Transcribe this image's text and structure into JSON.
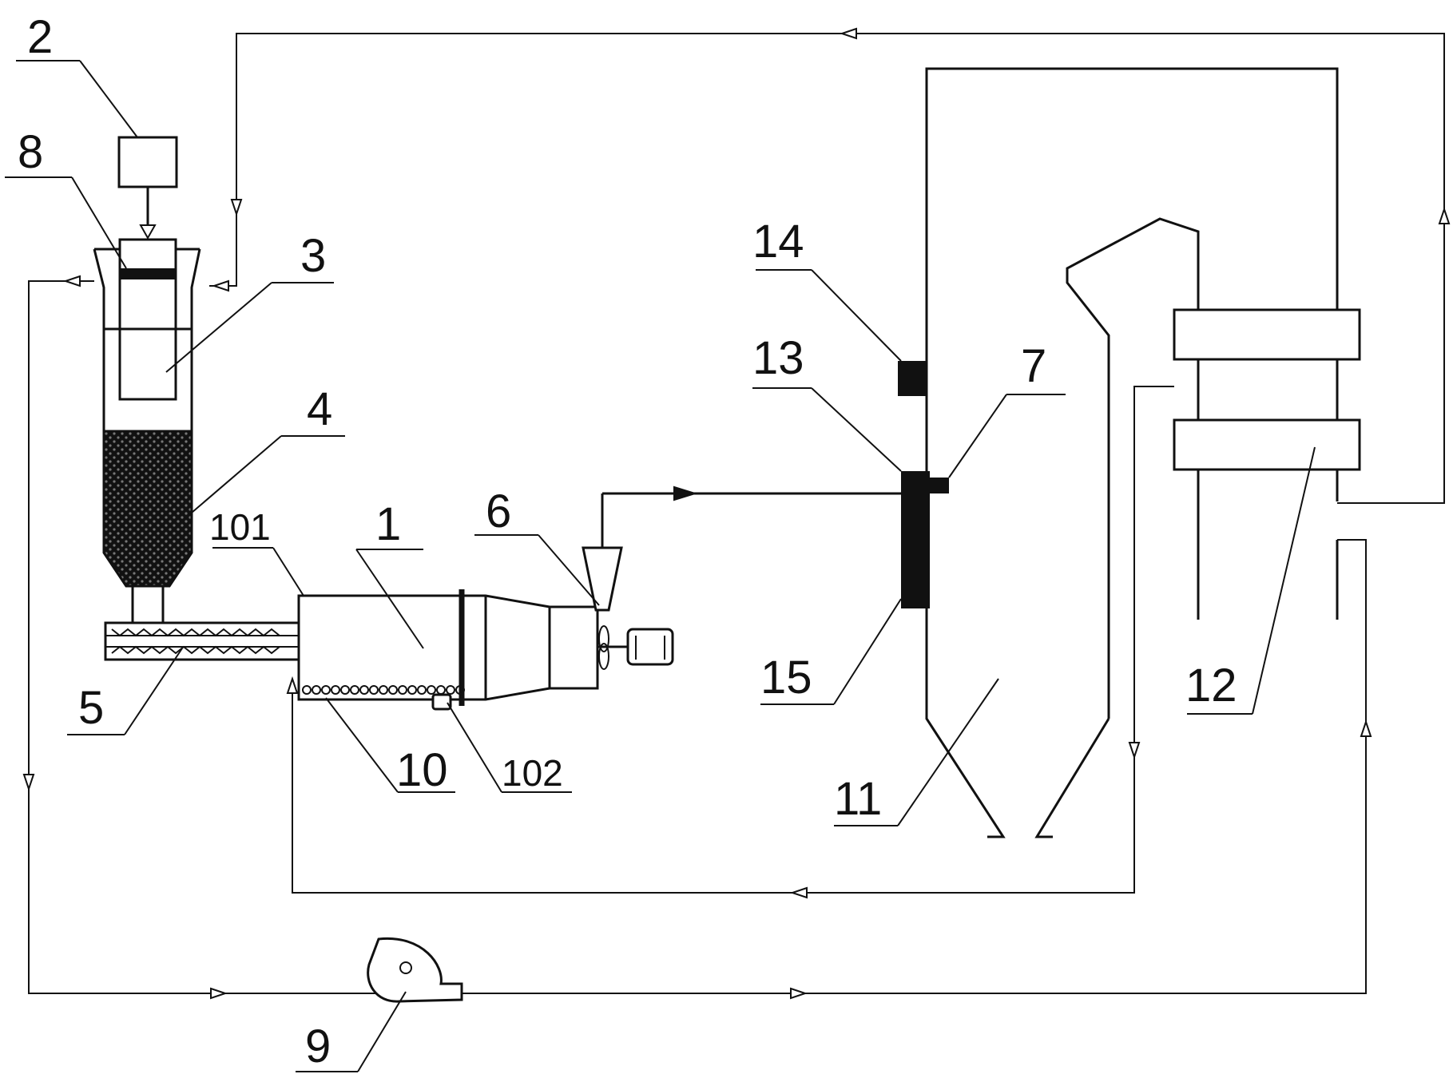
{
  "labels": {
    "l1": "1",
    "l2": "2",
    "l3": "3",
    "l4": "4",
    "l5": "5",
    "l6": "6",
    "l7": "7",
    "l8": "8",
    "l9": "9",
    "l10": "10",
    "l11": "11",
    "l12": "12",
    "l13": "13",
    "l14": "14",
    "l15": "15",
    "l101": "101",
    "l102": "102"
  }
}
